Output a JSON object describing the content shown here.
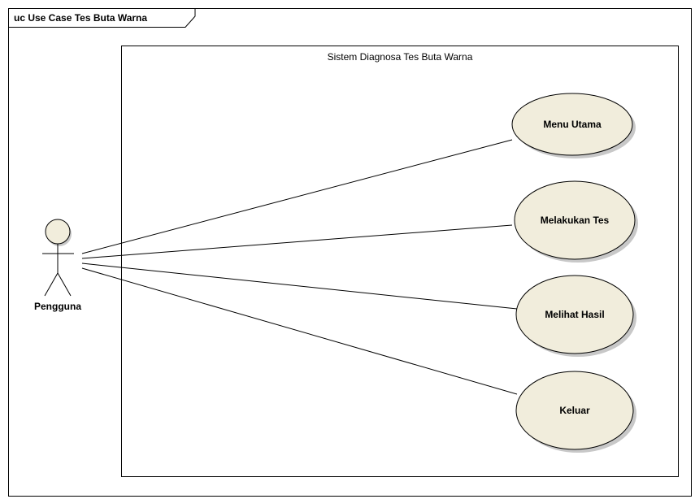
{
  "frame": {
    "title": "uc Use Case Tes Buta Warna"
  },
  "system": {
    "title": "Sistem Diagnosa Tes Buta Warna"
  },
  "actor": {
    "name": "Pengguna"
  },
  "use_cases": [
    {
      "label": "Menu Utama"
    },
    {
      "label": "Melakukan Tes"
    },
    {
      "label": "Melihat Hasil"
    },
    {
      "label": "Keluar"
    }
  ],
  "colors": {
    "use_case_fill": "#f1eddc",
    "use_case_stroke": "#000000",
    "shadow": "#c8c8c8",
    "actor_fill": "#f1eddc",
    "line": "#000000"
  }
}
